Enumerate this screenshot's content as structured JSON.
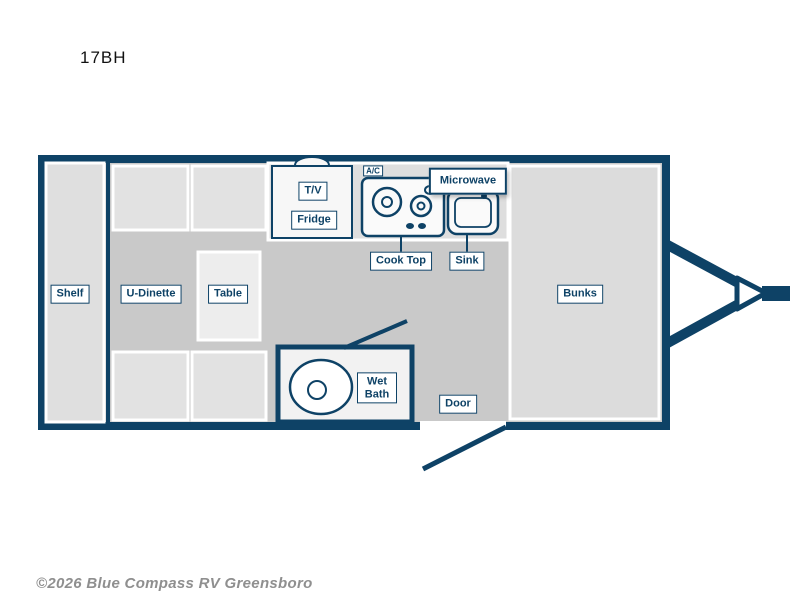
{
  "page": {
    "model": "17BH",
    "watermark": "©2026 Blue Compass RV Greensboro"
  },
  "colors": {
    "navy": "#0e4266",
    "floor_gray": "#c9c9c9",
    "furniture_gray": "#e2e2e2",
    "fixture_white": "#f7f7f7",
    "watermark_gray": "#8f8f8f"
  },
  "labels": {
    "shelf": "Shelf",
    "u_dinette": "U-Dinette",
    "table": "Table",
    "tv": "T/V",
    "fridge": "Fridge",
    "ac": "A/C",
    "microwave": "Microwave",
    "cook_top": "Cook Top",
    "sink": "Sink",
    "bunks": "Bunks",
    "wet_bath": "Wet Bath",
    "door": "Door"
  }
}
